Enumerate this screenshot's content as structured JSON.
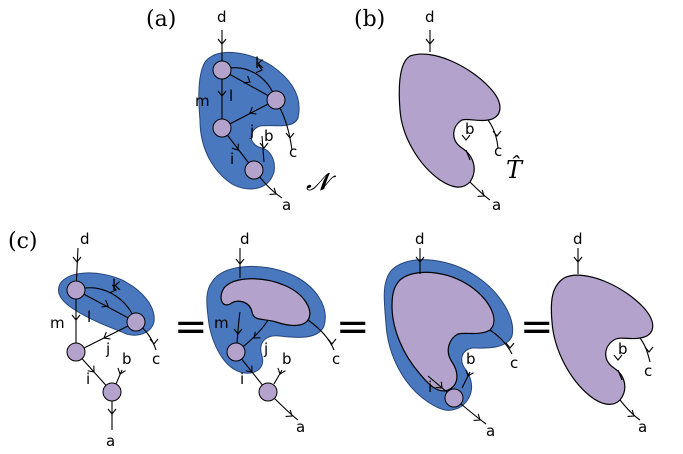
{
  "panels": {
    "a": "(a)",
    "b": "(b)",
    "c": "(c)"
  },
  "symbols": {
    "network": "𝓝",
    "tensor": "T̂",
    "equals": "="
  },
  "labels": {
    "d": "d",
    "k": "k",
    "l": "l",
    "m": "m",
    "j": "j",
    "i": "i",
    "b": "b",
    "c": "c",
    "a": "a"
  },
  "colors": {
    "network_blue": "#4a78bf",
    "tensor_purple": "#b3a3cc"
  }
}
